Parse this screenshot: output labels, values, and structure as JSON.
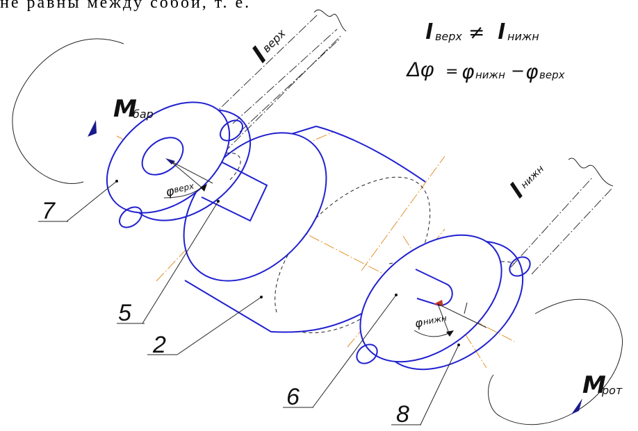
{
  "page_text_top": "не равны между собой, т. е.",
  "labels": {
    "l_top": "l",
    "l_top_sub": "верх",
    "l_bottom": "l",
    "l_bottom_sub": "нижн",
    "m_left": "M",
    "m_left_sub": "бар",
    "m_right": "M",
    "m_right_sub": "рот",
    "phi_top": "φ",
    "phi_top_sub": "верх",
    "phi_bottom": "φ",
    "phi_bottom_sub": "нижн"
  },
  "formulas": {
    "ineq_l1": "l",
    "ineq_l1_sub": "верх",
    "ineq_sign": "≠",
    "ineq_l2": "l",
    "ineq_l2_sub": "нижн",
    "delta": "Δφ",
    "equals": "=",
    "phi1": "φ",
    "phi1_sub": "нижн",
    "minus": "−",
    "phi2": "φ",
    "phi2_sub": "верх"
  },
  "callouts": [
    "7",
    "5",
    "2",
    "6",
    "8"
  ],
  "colors": {
    "outline": "#2020d0",
    "axis": "#e2922d",
    "arrowhead": "#1a1a8c",
    "marker": "#c0392b"
  }
}
